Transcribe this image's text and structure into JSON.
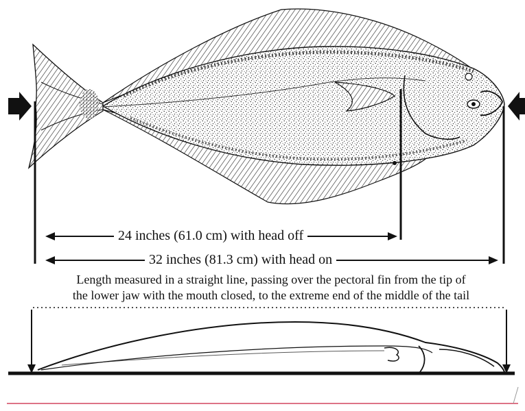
{
  "measurements": {
    "head_off_label": "24 inches (61.0 cm) with head off",
    "head_on_label": "32 inches (81.3 cm) with head on"
  },
  "caption": {
    "line1": "Length measured in a straight line, passing over the pectoral fin from the tip of",
    "line2": "the lower jaw with the mouth closed, to the extreme end of the middle of the tail"
  },
  "colors": {
    "ink": "#111111",
    "stipple": "#1a1a1a",
    "accent_line": "#d2455f"
  },
  "icons": [
    "left-arrow-marker-icon",
    "right-arrow-marker-icon",
    "halibut-illustration",
    "halibut-side-profile"
  ]
}
